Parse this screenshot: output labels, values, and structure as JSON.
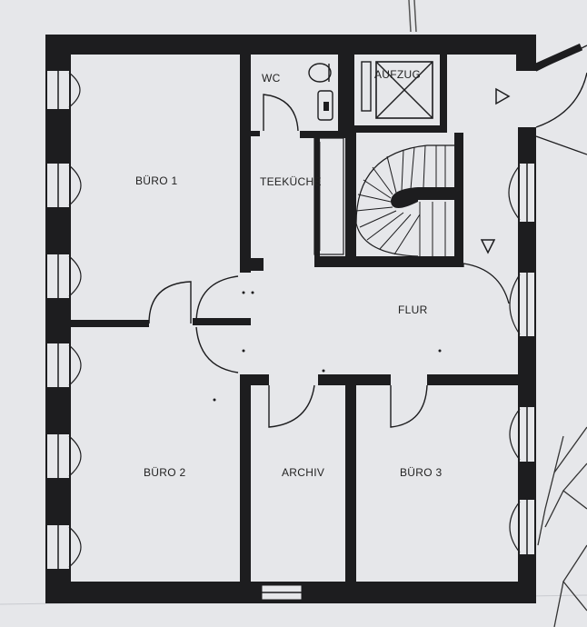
{
  "rooms": {
    "buero1": "BÜRO 1",
    "wc": "WC",
    "aufzug": "AUFZUG",
    "teekueche": "TEEKÜCHE",
    "flur": "FLUR",
    "buero2": "BÜRO 2",
    "archiv": "ARCHIV",
    "buero3": "BÜRO 3"
  },
  "colors": {
    "paper": "#e6e7ea",
    "wall": "#1d1d1f"
  }
}
